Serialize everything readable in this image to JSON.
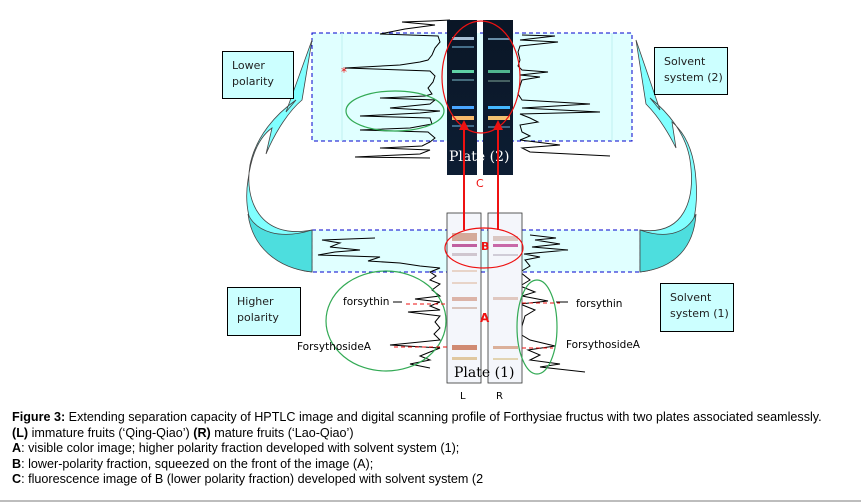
{
  "labels": {
    "lower_polarity": "Lower\npolarity",
    "higher_polarity": "Higher\npolarity",
    "solvent_system_2": "Solvent\nsystem (2)",
    "solvent_system_1": "Solvent\nsystem (1)",
    "plate_1": "Plate (1)",
    "plate_2": "Plate (2)",
    "lane_left": "L",
    "lane_right": "R",
    "marker_a": "A",
    "marker_b": "B",
    "marker_c": "C",
    "asterisk": "*",
    "forsythin_left": "forsythin",
    "forsythin_right": "forsythin",
    "forsythoside_left": "ForsythosideA",
    "forsythoside_right": "ForsythosideA"
  },
  "colors": {
    "band_fill": "#e0ffff",
    "dashed_border": "#0000cc",
    "arrow_light": "#80ffff",
    "arrow_dark": "#4ddede",
    "marker_red": "#ee1111",
    "ellipse_green": "#33aa55",
    "plate2_bg": "#0c1a2e"
  },
  "caption": {
    "figure_label": "Figure 3:",
    "figure_text": " Extending separation capacity of HPTLC image and digital scanning profile of Forthysiae fructus with two plates associated seamlessly.",
    "line_2_l": "(L)",
    "line_2_text_a": " immature fruits (‘Qing-Qiao’) ",
    "line_2_r": "(R)",
    "line_2_text_b": " mature fruits (‘Lao-Qiao’)",
    "line_3_label": "A",
    "line_3_text": ": visible color image; higher polarity fraction developed with solvent system (1);",
    "line_4_label": "B",
    "line_4_text": ": lower-polarity fraction, squeezed on the front of the image (A);",
    "line_5_label": "C",
    "line_5_text": ": fluorescence image of B (lower polarity fraction) developed with solvent system (2"
  }
}
